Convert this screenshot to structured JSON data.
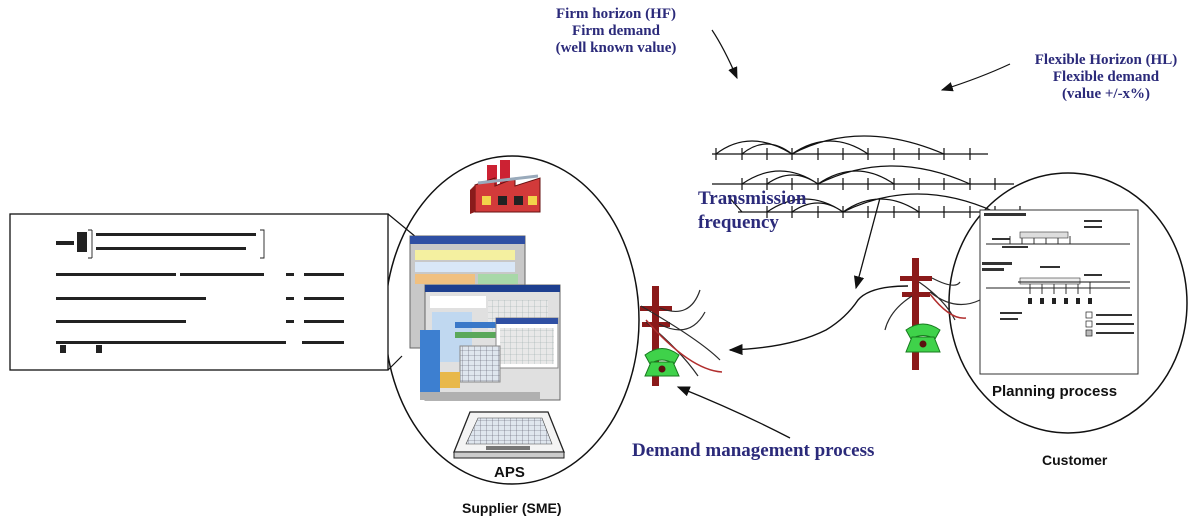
{
  "labels": {
    "firm_horizon": [
      "Firm horizon (HF)",
      "Firm demand",
      "(well known value)"
    ],
    "flexible_horizon": [
      "Flexible Horizon (HL)",
      "Flexible demand",
      "(value +/-x%)"
    ],
    "transmission_frequency": [
      "Transmission",
      "frequency"
    ],
    "planning_process": "Planning process",
    "aps": "APS",
    "supplier": "Supplier (SME)",
    "demand_management": "Demand management process",
    "customer": "Customer"
  },
  "colors": {
    "navy_text": "#2b2a7a",
    "pole": "#8b1a1a",
    "phone": "#3fd24a",
    "cable": "#1a1a1a"
  },
  "icons": [
    "factory-icon",
    "computer-screen-icon",
    "keyboard-icon",
    "telephone-pole-icon",
    "telephone-icon",
    "model-formula-box"
  ]
}
